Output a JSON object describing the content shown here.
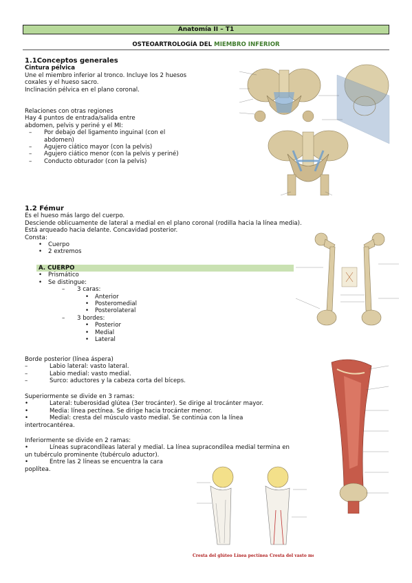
{
  "header": {
    "title": "Anatomía II – T1"
  },
  "subtitle": {
    "prefix": "OSTEOARTROLOGÍA DEL ",
    "accent": "MIEMBRO INFERIOR"
  },
  "section1": {
    "heading": "1.1Conceptos generales",
    "subheading": "Cintura pélvica",
    "lines": [
      "Une el miembro inferior al tronco. Incluye los 2 huesos",
      "coxales y el hueso sacro.",
      "Inclinación pélvica en el plano coronal."
    ],
    "relations_title": "Relaciones con otras regiones",
    "relations_lines": [
      "Hay 4 puntos de entrada/salida entre",
      "abdomen, pelvis y periné y el MI:"
    ],
    "points": [
      "Por debajo del ligamento inguinal  (con el",
      "abdomen)",
      "Agujero ciático mayor (con la pelvis)",
      "Agujero ciático menor (con la  pelvis y periné)",
      "Conducto obturador (con la pelvis)"
    ]
  },
  "section2": {
    "heading": "1.2 Fémur",
    "lines": [
      "Es el hueso más largo del  cuerpo.",
      "Desciende oblicuamente de  lateral a medial en el plano  coronal (rodilla hacia la línea  media).",
      "Está arqueado hacia delante.  Concavidad posterior.",
      "Consta:"
    ],
    "parts": [
      "Cuerpo",
      "2 extremos"
    ],
    "cuerpo": {
      "label": "A.   CUERPO",
      "items": [
        "Prismático",
        "Se distingue:"
      ],
      "caras_label": "3 caras:",
      "caras": [
        "Anterior",
        "Posteromedial",
        "Posterolateral"
      ],
      "bordes_label": "3 bordes:",
      "bordes": [
        "Posterior",
        "Medial",
        "Lateral"
      ]
    },
    "borde_posterior": {
      "title": "Borde posterior (línea áspera)",
      "items": [
        "Labio lateral: vasto lateral.",
        "Labio medial: vasto medial.",
        "Surco: aductores y la cabeza corta  del bíceps."
      ]
    },
    "superior": {
      "title": "Superiormente se divide en 3 ramas:",
      "items": [
        "Lateral: tuberosidad glútea (3er trocánter). Se dirige al trocánter mayor.",
        "Media: línea pectínea. Se dirige hacia  trocánter menor.",
        "Medial: cresta del músculo vasto  medial. Se continúa con la línea"
      ],
      "continuation": "intertrocantérea."
    },
    "inferior": {
      "title": "Inferiormente se divide en 2 ramas:",
      "items": [
        "Líneas supracondíleas lateral y medial. La  línea supracondílea medial termina en",
        "Entre las 2 líneas se encuentra la cara"
      ],
      "continuations": [
        "un  tubérculo prominente (tubérculo aductor).",
        "poplítea."
      ]
    }
  },
  "figure_caption": {
    "left": "Cresta del glúteo",
    "middle": "Línea pectínea",
    "right": "Cresta del vasto medial"
  },
  "markers": {
    "dash": "–",
    "bullet": "•"
  },
  "colors": {
    "header_bg": "#b7d99a",
    "accent": "#3d7a2a",
    "section_bar": "#c9e1b2",
    "caption_red": "#b02020"
  }
}
